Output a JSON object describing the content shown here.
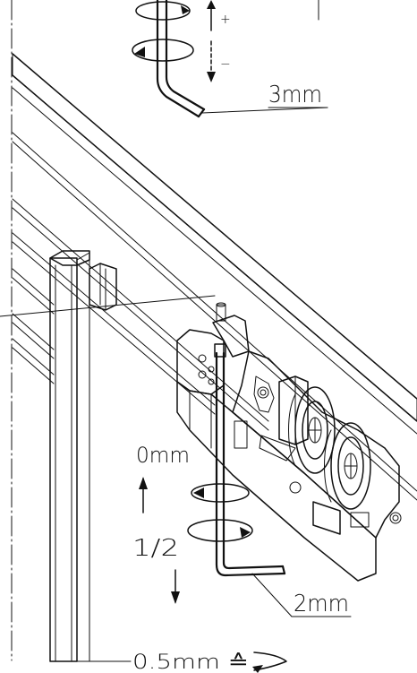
{
  "labels": {
    "plus": "+",
    "minus": "−",
    "top_key_size": "3mm",
    "zero_offset": "0mm",
    "turns": "1/2",
    "bottom_key_size": "2mm",
    "per_turn": "0.5mm ≙"
  },
  "colors": {
    "line": "#111111",
    "background": "#ffffff"
  },
  "icons": {
    "rotation_arrow_top": "rotate-cw-icon",
    "rotation_arrow_bottom": "rotate-cw-icon",
    "turn_symbol": "rotation-arrow-icon"
  }
}
